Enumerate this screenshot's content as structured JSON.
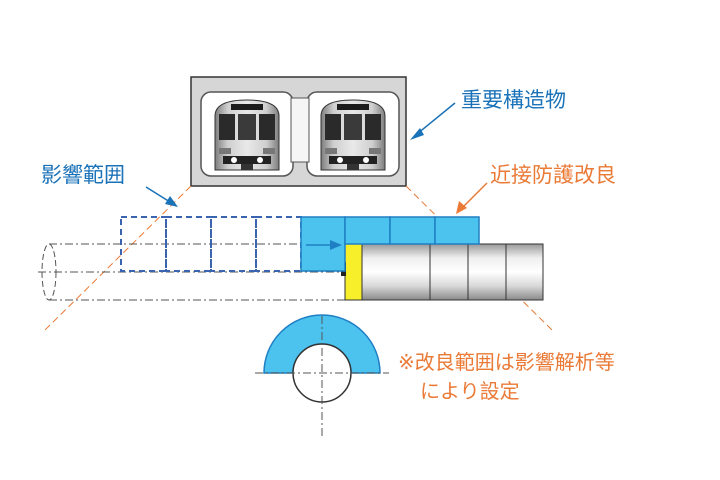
{
  "labels": {
    "important_structure": "重要構造物",
    "influence_range": "影響範囲",
    "protection_improvement": "近接防護改良"
  },
  "note": {
    "line1": "※改良範囲は影響解析等",
    "line2": "により設定"
  },
  "colors": {
    "label_blue": "#1a72b8",
    "label_orange": "#ea7a36",
    "improvement_fill": "#4cc3ee",
    "improvement_stroke": "#1f7fc4",
    "influence_dash": "#3a64b0",
    "structure_fill": "#d6d6d6",
    "shield_face": "#f6ef2a"
  },
  "icons": {
    "train_left": "train-front-icon",
    "train_right": "train-front-icon"
  }
}
